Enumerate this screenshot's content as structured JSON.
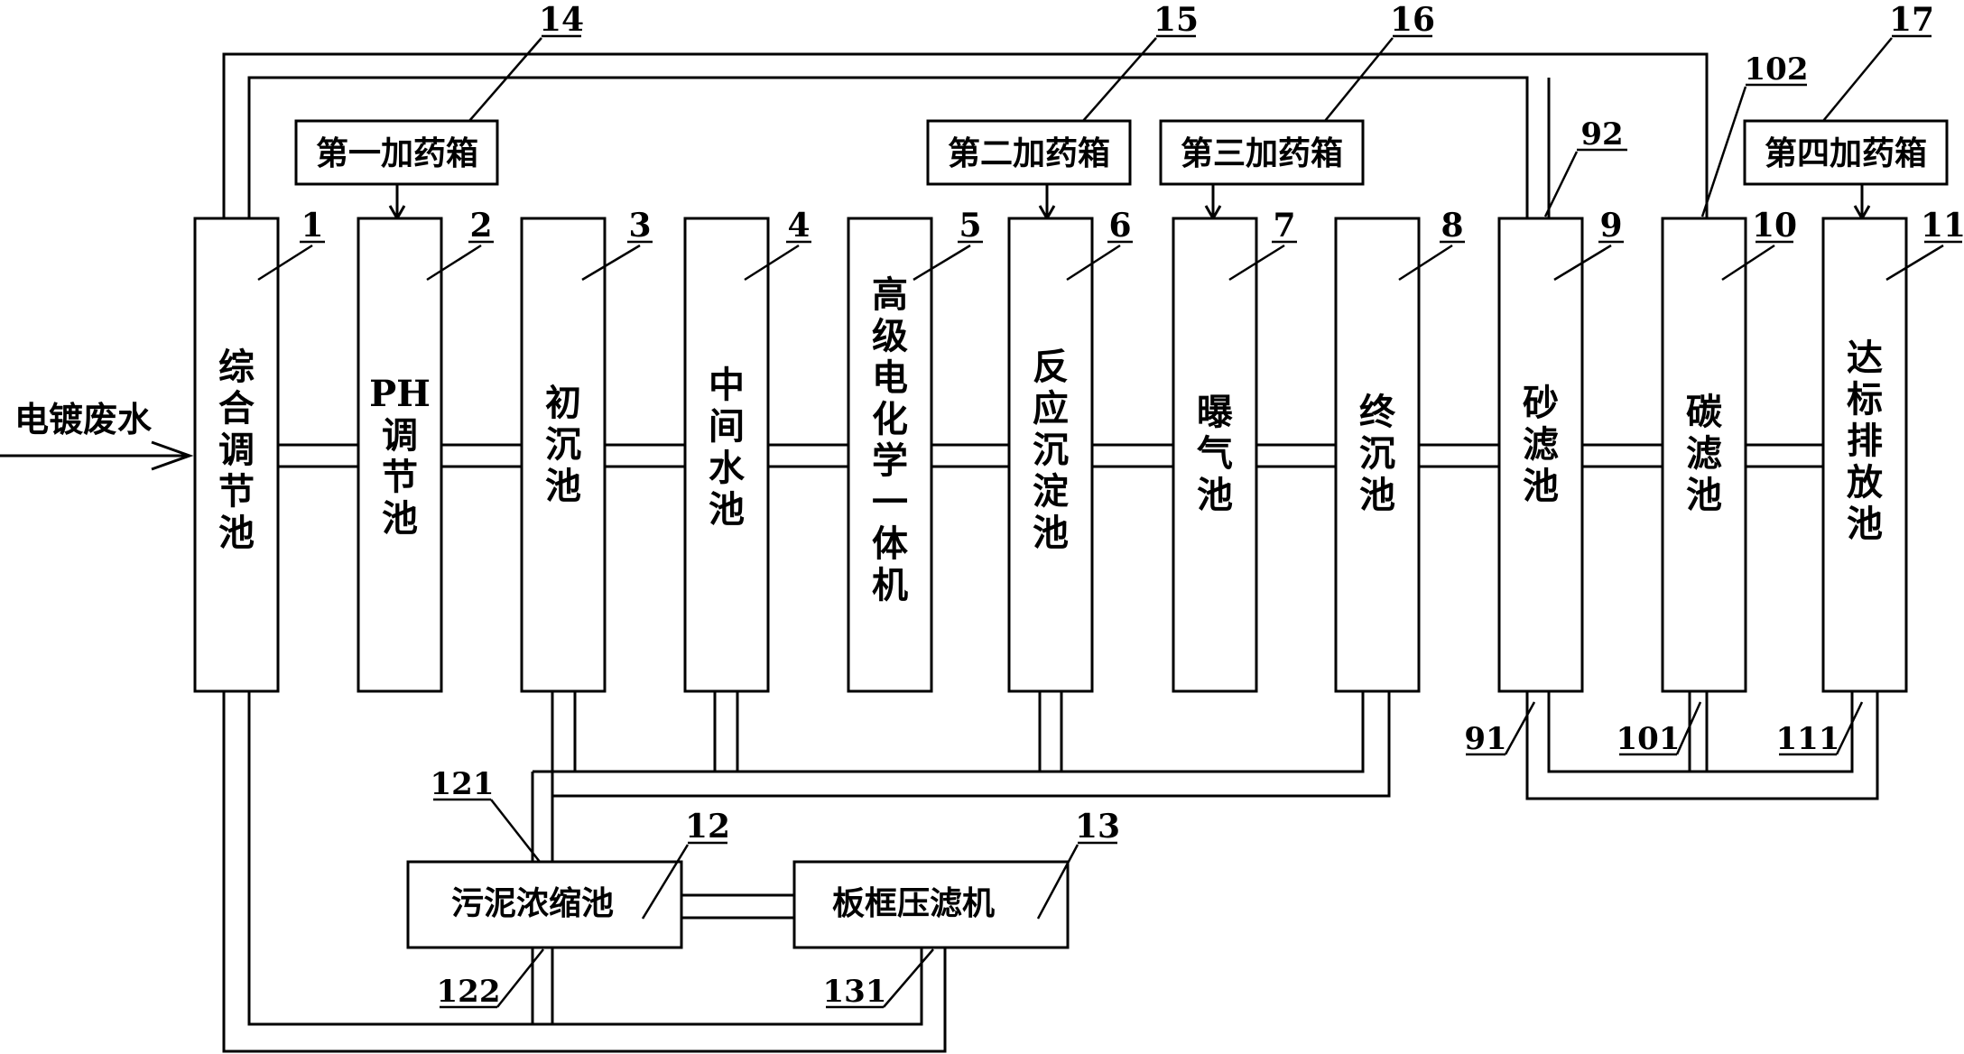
{
  "inlet_label": "电镀废水",
  "tanks": [
    {
      "id": "1",
      "label": "综合调节池",
      "lines": [
        "综",
        "合",
        "调",
        "节",
        "池"
      ]
    },
    {
      "id": "2",
      "label": "PH调节池",
      "lines": [
        "PH",
        "调",
        "节",
        "池"
      ]
    },
    {
      "id": "3",
      "label": "初沉池",
      "lines": [
        "初",
        "沉",
        "池"
      ]
    },
    {
      "id": "4",
      "label": "中间水池",
      "lines": [
        "中",
        "间",
        "水",
        "池"
      ]
    },
    {
      "id": "5",
      "label": "高级电化学一体机",
      "lines": [
        "高",
        "级",
        "电",
        "化",
        "学",
        "一",
        "体",
        "机"
      ]
    },
    {
      "id": "6",
      "label": "反应沉淀池",
      "lines": [
        "反",
        "应",
        "沉",
        "淀",
        "池"
      ]
    },
    {
      "id": "7",
      "label": "曝气池",
      "lines": [
        "曝",
        "气",
        "池"
      ]
    },
    {
      "id": "8",
      "label": "终沉池",
      "lines": [
        "终",
        "沉",
        "池"
      ]
    },
    {
      "id": "9",
      "label": "砂滤池",
      "lines": [
        "砂",
        "滤",
        "池"
      ]
    },
    {
      "id": "10",
      "label": "碳滤池",
      "lines": [
        "碳",
        "滤",
        "池"
      ]
    },
    {
      "id": "11",
      "label": "达标排放池",
      "lines": [
        "达",
        "标",
        "排",
        "放",
        "池"
      ]
    }
  ],
  "dosing_tanks": [
    {
      "id": "14",
      "label": "第一加药箱"
    },
    {
      "id": "15",
      "label": "第二加药箱"
    },
    {
      "id": "16",
      "label": "第三加药箱"
    },
    {
      "id": "17",
      "label": "第四加药箱"
    }
  ],
  "sludge_units": [
    {
      "id": "12",
      "label": "污泥浓缩池"
    },
    {
      "id": "13",
      "label": "板框压滤机"
    }
  ],
  "port_refs": [
    "91",
    "92",
    "101",
    "102",
    "111",
    "121",
    "122",
    "131"
  ]
}
